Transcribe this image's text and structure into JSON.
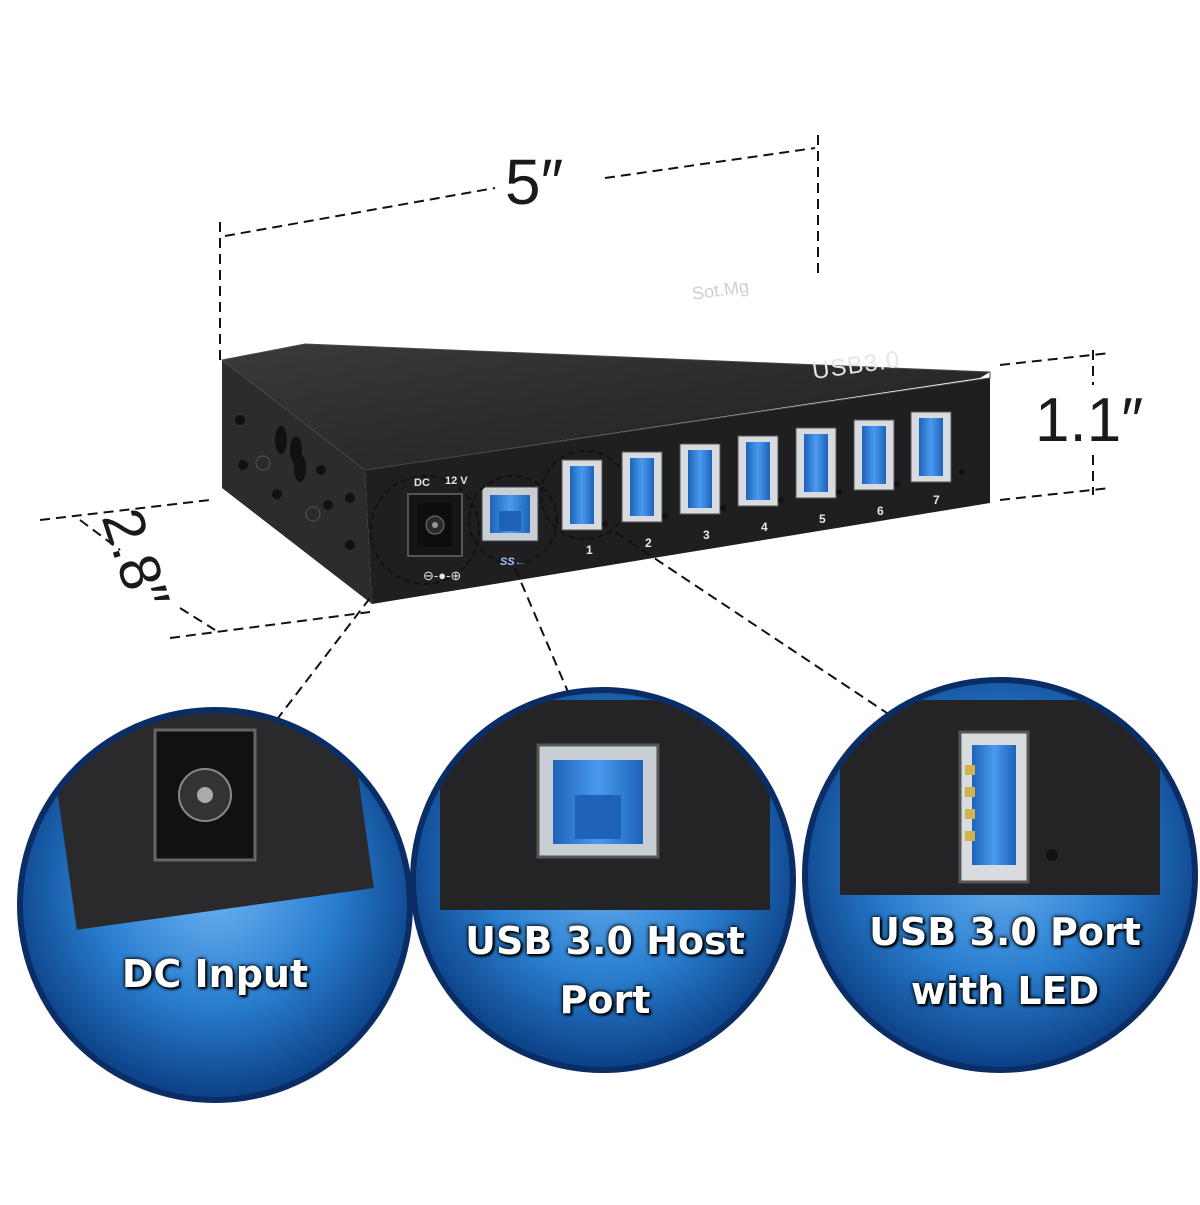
{
  "dimensions": {
    "width": "5″",
    "height": "1.1″",
    "depth": "2.8″"
  },
  "device": {
    "brand": "Sot.Mg",
    "model_label": "USB3.0",
    "dc_label": "DC",
    "voltage_label": "12 V",
    "polarity_label": "⊖-●-⊕",
    "superspeed_logo": "SS←",
    "port_numbers": [
      "1",
      "2",
      "3",
      "4",
      "5",
      "6",
      "7"
    ]
  },
  "callouts": {
    "dc_input": "DC Input",
    "host_port": "USB 3.0 Host Port",
    "usb_port_led": "USB 3.0 Port with LED"
  },
  "colors": {
    "usb_blue": "#2f7fd6",
    "circle_blue": "#2a7fd0",
    "circle_edge": "#0b3f85",
    "housing": "#2a2a2c"
  }
}
